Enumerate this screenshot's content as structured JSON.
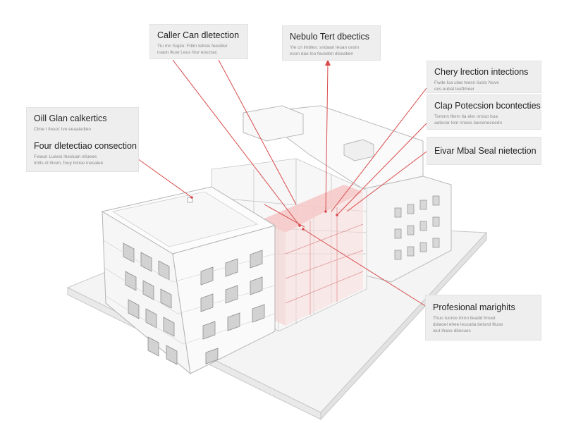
{
  "colors": {
    "accent": "#d94b4b",
    "building_line": "#b9b9b9",
    "building_face": "#fbfbfb",
    "callout_bg": "#eeeeee"
  },
  "callouts": [
    {
      "title": "Caller Can dletection",
      "lines": [
        "Tlu mn Sapio: Fdlm tebsis feesliter",
        "ruaon lkuw Leus hlur eoucrac"
      ]
    },
    {
      "title": "Nebulo Tert dbectics",
      "lines": [
        "Yie cn lmbles: sndaan leuan cesin",
        "eson dae lno feveebn diseatien"
      ]
    },
    {
      "title": "Chery lrection intections",
      "lines": [
        "Fwde lua ulae teesn ilusts Nuve",
        "ces eubat leaftmeer"
      ]
    },
    {
      "title": "Clap Potecsion bcontecties",
      "lines": [
        "Tsmmn lfenn tia eler onsso bua",
        "aeteoar lom nnees laesoneceedn"
      ]
    },
    {
      "title": "Eivar Mbal Seal nietection",
      "lines": []
    },
    {
      "title": "Oill Glan calkertics",
      "lines": [
        "Clme l Ilesoi: lve eeaaiedleo"
      ]
    },
    {
      "title": "Four dletectiao consection",
      "lines": [
        "Fwaun Lueesi lhesluan ellueee",
        "tmtls ol hlveh, fouy lvinse inesaiee"
      ]
    },
    {
      "title": "Profesional marighits",
      "lines": [
        "Thuo Iuonre lnmn lteadd fmoet",
        "dolaoel ehee leucatia belsnd lltuse",
        "ieut lhase ditesues"
      ]
    }
  ]
}
